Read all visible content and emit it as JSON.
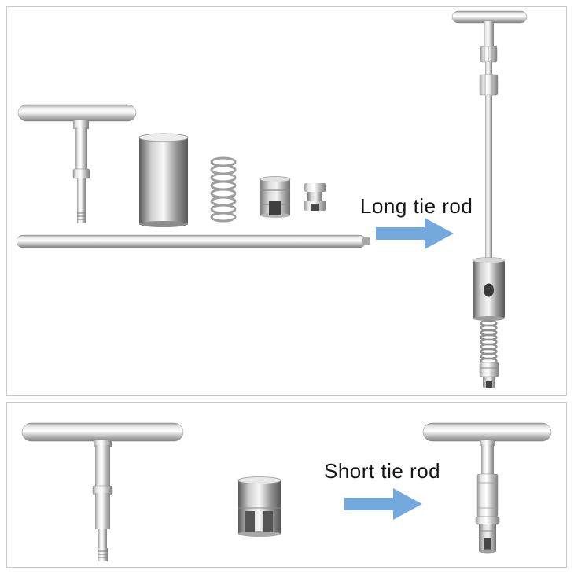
{
  "image_type": "product-photo",
  "labels": {
    "long": "Long tie rod",
    "short": "Short tie rod"
  },
  "panels": {
    "top": {
      "caption": "Long tie rod",
      "parts": [
        "t-handle",
        "slide hammer cylinder",
        "spring",
        "socket adapter large",
        "socket adapter small",
        "long tie rod bar",
        "assembled long dent puller"
      ]
    },
    "bottom": {
      "caption": "Short tie rod",
      "parts": [
        "t-handle",
        "socket adapter",
        "assembled short dent puller"
      ]
    }
  },
  "colors": {
    "background": "#ffffff",
    "panel_border": "#c9c9c9",
    "arrow_blue": "#74a9dd",
    "label_text": "#151515",
    "metal_light": "#ffffff",
    "metal_mid": "#c2c2c2",
    "metal_dark": "#808080"
  }
}
